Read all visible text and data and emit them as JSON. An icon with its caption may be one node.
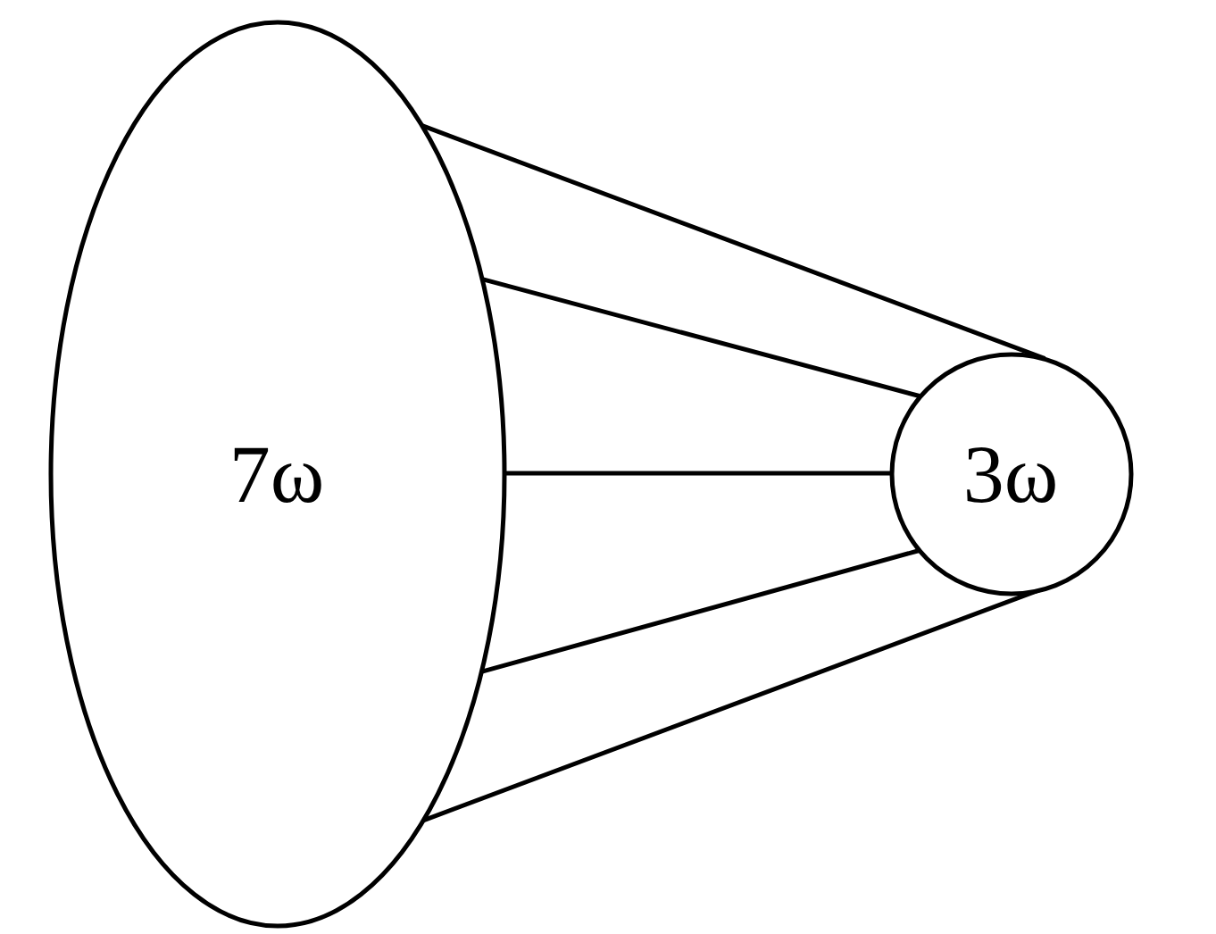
{
  "diagram": {
    "nodes": [
      {
        "text": [
          "7ω"
        ]
      },
      {
        "text": [
          "3ω"
        ]
      }
    ],
    "edges": [
      {
        "from": 0,
        "to": 1,
        "arrow": "none"
      },
      {
        "from": 0,
        "to": 1,
        "arrow": "none"
      },
      {
        "from": 0,
        "to": 1,
        "arrow": "none"
      },
      {
        "from": 0,
        "to": 1,
        "arrow": "none"
      },
      {
        "from": 0,
        "to": 1,
        "arrow": "none"
      }
    ]
  }
}
